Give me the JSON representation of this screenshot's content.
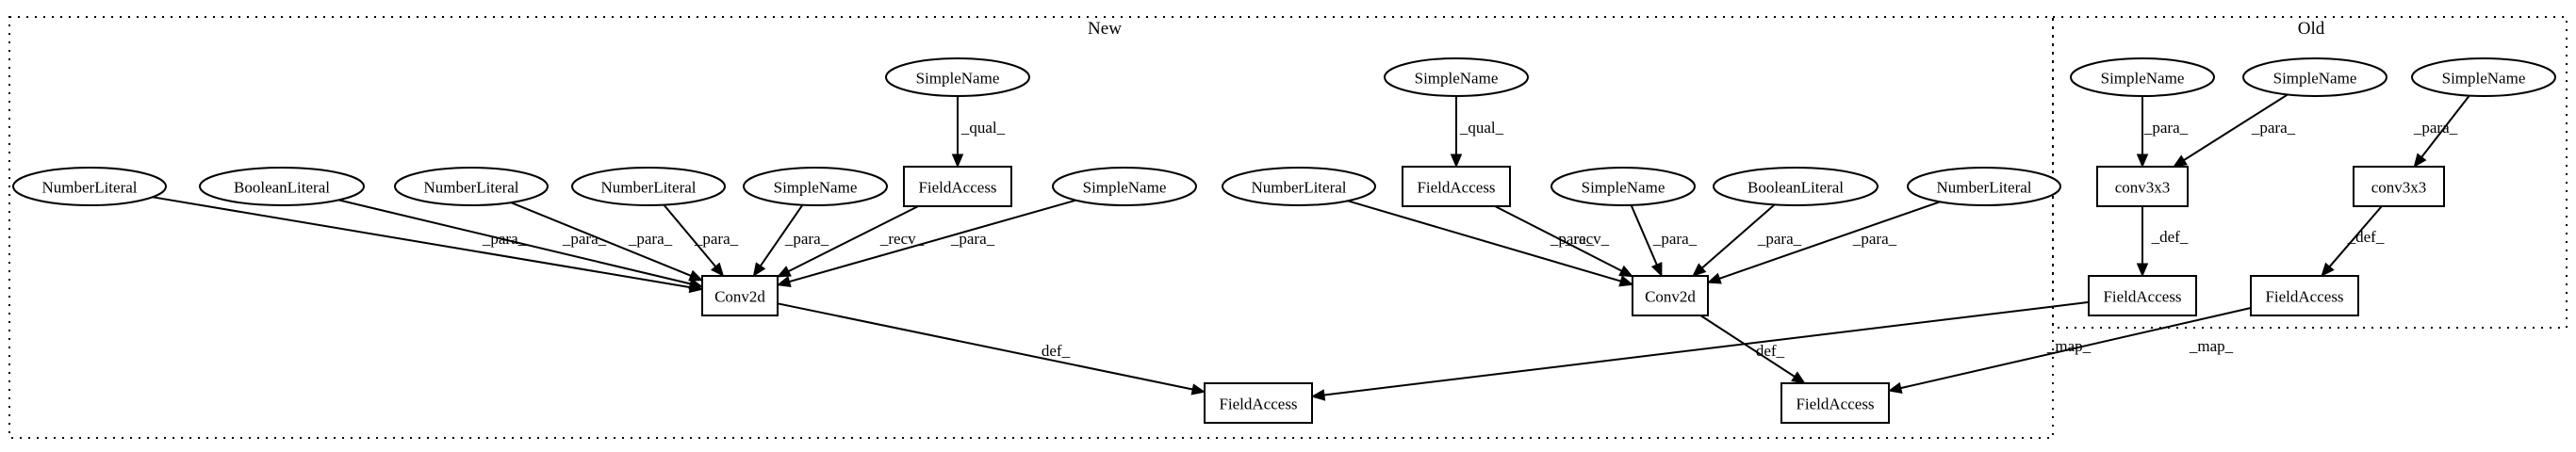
{
  "clusters": [
    {
      "id": "new",
      "label": "New"
    },
    {
      "id": "old",
      "label": "Old"
    }
  ],
  "nodes": [
    {
      "id": "n_sn_q1",
      "label": "SimpleName",
      "shape": "ellipse"
    },
    {
      "id": "n_sn_q2",
      "label": "SimpleName",
      "shape": "ellipse"
    },
    {
      "id": "n_fa1",
      "label": "FieldAccess",
      "shape": "box"
    },
    {
      "id": "n_fa2",
      "label": "FieldAccess",
      "shape": "box"
    },
    {
      "id": "n_nl1",
      "label": "NumberLiteral",
      "shape": "ellipse"
    },
    {
      "id": "n_bl1",
      "label": "BooleanLiteral",
      "shape": "ellipse"
    },
    {
      "id": "n_nl2",
      "label": "NumberLiteral",
      "shape": "ellipse"
    },
    {
      "id": "n_nl3",
      "label": "NumberLiteral",
      "shape": "ellipse"
    },
    {
      "id": "n_sn1",
      "label": "SimpleName",
      "shape": "ellipse"
    },
    {
      "id": "n_sn2",
      "label": "SimpleName",
      "shape": "ellipse"
    },
    {
      "id": "n_nl4",
      "label": "NumberLiteral",
      "shape": "ellipse"
    },
    {
      "id": "n_sn3",
      "label": "SimpleName",
      "shape": "ellipse"
    },
    {
      "id": "n_bl2",
      "label": "BooleanLiteral",
      "shape": "ellipse"
    },
    {
      "id": "n_nl5",
      "label": "NumberLiteral",
      "shape": "ellipse"
    },
    {
      "id": "n_conv1",
      "label": "Conv2d",
      "shape": "box"
    },
    {
      "id": "n_conv2",
      "label": "Conv2d",
      "shape": "box"
    },
    {
      "id": "n_fa_out1",
      "label": "FieldAccess",
      "shape": "box"
    },
    {
      "id": "n_fa_out2",
      "label": "FieldAccess",
      "shape": "box"
    },
    {
      "id": "o_sn1",
      "label": "SimpleName",
      "shape": "ellipse"
    },
    {
      "id": "o_sn2",
      "label": "SimpleName",
      "shape": "ellipse"
    },
    {
      "id": "o_sn3",
      "label": "SimpleName",
      "shape": "ellipse"
    },
    {
      "id": "o_c1",
      "label": "conv3x3",
      "shape": "box"
    },
    {
      "id": "o_c2",
      "label": "conv3x3",
      "shape": "box"
    },
    {
      "id": "o_fa1",
      "label": "FieldAccess",
      "shape": "box"
    },
    {
      "id": "o_fa2",
      "label": "FieldAccess",
      "shape": "box"
    }
  ],
  "edges": [
    {
      "from": "n_sn_q1",
      "to": "n_fa1",
      "label": "_qual_"
    },
    {
      "from": "n_sn_q2",
      "to": "n_fa2",
      "label": "_qual_"
    },
    {
      "from": "n_nl1",
      "to": "n_conv1",
      "label": "_para_"
    },
    {
      "from": "n_bl1",
      "to": "n_conv1",
      "label": "_para_"
    },
    {
      "from": "n_nl2",
      "to": "n_conv1",
      "label": "_para_"
    },
    {
      "from": "n_nl3",
      "to": "n_conv1",
      "label": "_para_"
    },
    {
      "from": "n_sn1",
      "to": "n_conv1",
      "label": "_para_"
    },
    {
      "from": "n_fa1",
      "to": "n_conv1",
      "label": "_recv_"
    },
    {
      "from": "n_sn2",
      "to": "n_conv1",
      "label": "_para_"
    },
    {
      "from": "n_nl4",
      "to": "n_conv2",
      "label": "_para_"
    },
    {
      "from": "n_fa2",
      "to": "n_conv2",
      "label": "_recv_"
    },
    {
      "from": "n_sn3",
      "to": "n_conv2",
      "label": "_para_"
    },
    {
      "from": "n_bl2",
      "to": "n_conv2",
      "label": "_para_"
    },
    {
      "from": "n_nl5",
      "to": "n_conv2",
      "label": "_para_"
    },
    {
      "from": "n_conv1",
      "to": "n_fa_out1",
      "label": "def_"
    },
    {
      "from": "n_conv2",
      "to": "n_fa_out2",
      "label": "def_"
    },
    {
      "from": "o_sn1",
      "to": "o_c1",
      "label": "_para_"
    },
    {
      "from": "o_sn2",
      "to": "o_c1",
      "label": "_para_"
    },
    {
      "from": "o_sn3",
      "to": "o_c2",
      "label": "_para_"
    },
    {
      "from": "o_c1",
      "to": "o_fa1",
      "label": "_def_"
    },
    {
      "from": "o_c2",
      "to": "o_fa2",
      "label": "_def_"
    },
    {
      "from": "o_fa1",
      "to": "n_fa_out1",
      "label": "_map_"
    },
    {
      "from": "o_fa2",
      "to": "n_fa_out2",
      "label": "_map_"
    }
  ]
}
